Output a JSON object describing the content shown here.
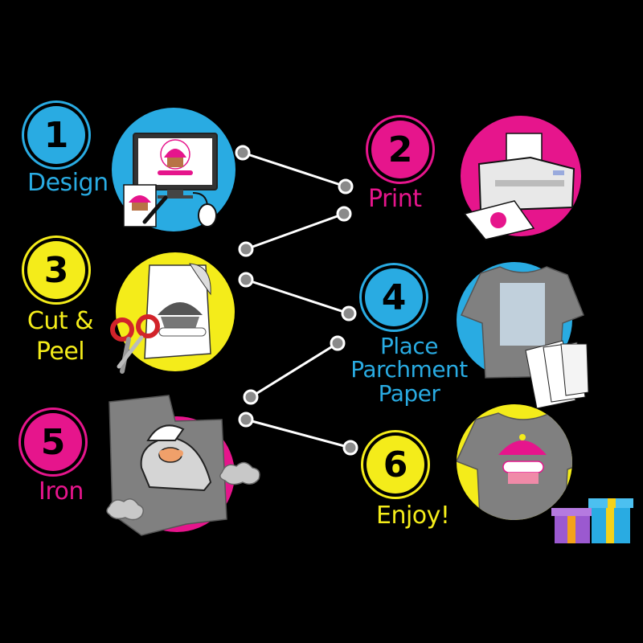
{
  "colors": {
    "cyan": "#29ABE2",
    "magenta": "#E6158C",
    "yellow": "#F4EC1A",
    "background": "#000000",
    "connector": "#FFFFFF",
    "connector_dot": "#8A8A8A",
    "shirt": "#808080"
  },
  "steps": [
    {
      "number": "1",
      "label": "Design",
      "color": "cyan"
    },
    {
      "number": "2",
      "label": "Print",
      "color": "magenta"
    },
    {
      "number": "3",
      "label_lines": [
        "Cut &",
        "Peel"
      ],
      "color": "yellow"
    },
    {
      "number": "4",
      "label_lines": [
        "Place",
        "Parchment",
        "Paper"
      ],
      "color": "cyan"
    },
    {
      "number": "5",
      "label": "Iron",
      "color": "magenta"
    },
    {
      "number": "6",
      "label": "Enjoy!",
      "color": "yellow"
    }
  ],
  "illustrations": [
    {
      "step": "1",
      "icons": [
        "computer-monitor-icon",
        "cupcake-design-icon",
        "mouse-icon",
        "pen-icon"
      ]
    },
    {
      "step": "2",
      "icons": [
        "printer-icon",
        "printed-sheet-icon"
      ]
    },
    {
      "step": "3",
      "icons": [
        "peeling-transfer-sheet-icon",
        "scissors-icon"
      ]
    },
    {
      "step": "4",
      "icons": [
        "gray-tshirt-icon",
        "parchment-paper-icon"
      ]
    },
    {
      "step": "5",
      "icons": [
        "hand-iron-icon",
        "steam-icon"
      ]
    },
    {
      "step": "6",
      "icons": [
        "printed-tshirt-icon",
        "gift-boxes-icon"
      ]
    }
  ]
}
